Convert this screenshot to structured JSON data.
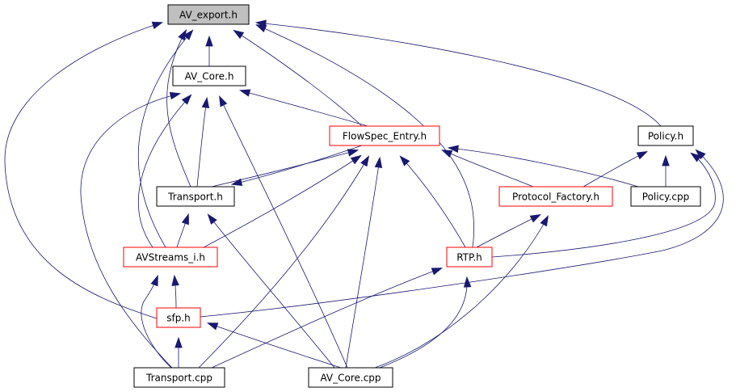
{
  "diagram": {
    "colors": {
      "edge": "#191970",
      "arrowhead": "#191970",
      "root_fill": "#bfbfbf",
      "node_fill": "#ffffff",
      "border_default": "#000000",
      "border_highlight": "#ff0000"
    },
    "nodes": [
      {
        "id": "av_export_h",
        "label": "AV_export.h",
        "style": "root"
      },
      {
        "id": "av_core_h",
        "label": "AV_Core.h",
        "style": "default"
      },
      {
        "id": "flowspec_entry_h",
        "label": "FlowSpec_Entry.h",
        "style": "highlight"
      },
      {
        "id": "policy_h",
        "label": "Policy.h",
        "style": "default"
      },
      {
        "id": "transport_h",
        "label": "Transport.h",
        "style": "default"
      },
      {
        "id": "protocol_factory_h",
        "label": "Protocol_Factory.h",
        "style": "highlight"
      },
      {
        "id": "policy_cpp",
        "label": "Policy.cpp",
        "style": "default"
      },
      {
        "id": "avstreams_i_h",
        "label": "AVStreams_i.h",
        "style": "highlight"
      },
      {
        "id": "rtp_h",
        "label": "RTP.h",
        "style": "highlight"
      },
      {
        "id": "sfp_h",
        "label": "sfp.h",
        "style": "highlight"
      },
      {
        "id": "transport_cpp",
        "label": "Transport.cpp",
        "style": "default"
      },
      {
        "id": "av_core_cpp",
        "label": "AV_Core.cpp",
        "style": "default"
      }
    ],
    "edges": [
      {
        "from": "av_core_h",
        "to": "av_export_h"
      },
      {
        "from": "flowspec_entry_h",
        "to": "av_export_h"
      },
      {
        "from": "policy_h",
        "to": "av_export_h"
      },
      {
        "from": "transport_h",
        "to": "av_export_h"
      },
      {
        "from": "avstreams_i_h",
        "to": "av_export_h"
      },
      {
        "from": "rtp_h",
        "to": "av_export_h"
      },
      {
        "from": "sfp_h",
        "to": "av_export_h"
      },
      {
        "from": "flowspec_entry_h",
        "to": "av_core_h"
      },
      {
        "from": "transport_h",
        "to": "av_core_h"
      },
      {
        "from": "avstreams_i_h",
        "to": "av_core_h"
      },
      {
        "from": "av_core_cpp",
        "to": "av_core_h"
      },
      {
        "from": "transport_cpp",
        "to": "av_core_h"
      },
      {
        "from": "transport_h",
        "to": "flowspec_entry_h"
      },
      {
        "from": "flowspec_entry_h",
        "to": "transport_h"
      },
      {
        "from": "protocol_factory_h",
        "to": "flowspec_entry_h"
      },
      {
        "from": "policy_cpp",
        "to": "flowspec_entry_h"
      },
      {
        "from": "avstreams_i_h",
        "to": "flowspec_entry_h"
      },
      {
        "from": "rtp_h",
        "to": "flowspec_entry_h"
      },
      {
        "from": "transport_cpp",
        "to": "flowspec_entry_h"
      },
      {
        "from": "av_core_cpp",
        "to": "flowspec_entry_h"
      },
      {
        "from": "protocol_factory_h",
        "to": "policy_h"
      },
      {
        "from": "policy_cpp",
        "to": "policy_h"
      },
      {
        "from": "rtp_h",
        "to": "policy_h"
      },
      {
        "from": "sfp_h",
        "to": "policy_h"
      },
      {
        "from": "avstreams_i_h",
        "to": "transport_h"
      },
      {
        "from": "av_core_cpp",
        "to": "transport_h"
      },
      {
        "from": "rtp_h",
        "to": "protocol_factory_h"
      },
      {
        "from": "av_core_cpp",
        "to": "protocol_factory_h"
      },
      {
        "from": "sfp_h",
        "to": "avstreams_i_h"
      },
      {
        "from": "transport_cpp",
        "to": "avstreams_i_h"
      },
      {
        "from": "transport_cpp",
        "to": "rtp_h"
      },
      {
        "from": "av_core_cpp",
        "to": "rtp_h"
      },
      {
        "from": "transport_cpp",
        "to": "sfp_h"
      },
      {
        "from": "av_core_cpp",
        "to": "sfp_h"
      }
    ]
  }
}
